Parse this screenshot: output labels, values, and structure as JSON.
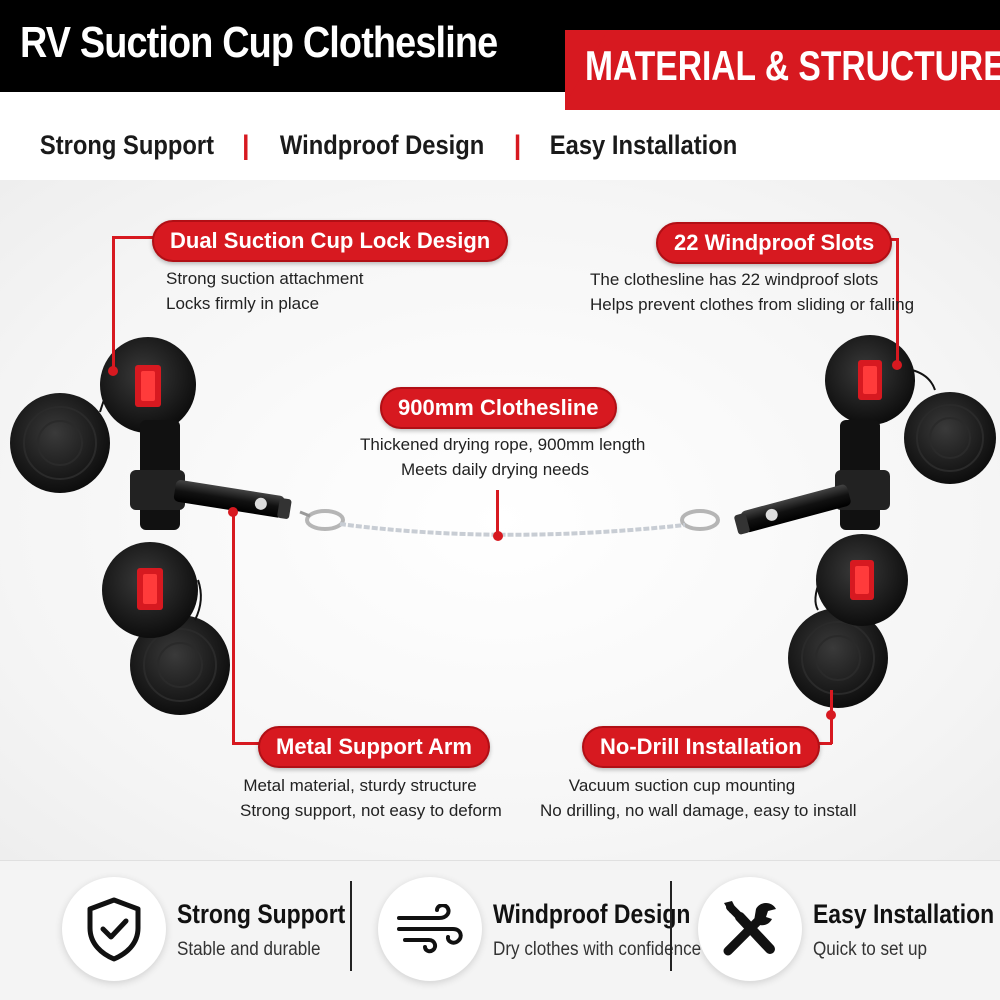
{
  "header": {
    "title": "RV Suction Cup Clothesline",
    "subtitle": "MATERIAL & STRUCTURE"
  },
  "taglines": [
    "Strong Support",
    "Windproof Design",
    "Easy Installation"
  ],
  "callouts": {
    "dual_lock": {
      "label": "Dual Suction Cup Lock Design",
      "lines": [
        "Strong suction attachment",
        "Locks firmly in place"
      ]
    },
    "windproof_slots": {
      "label": "22 Windproof Slots",
      "lines": [
        "The clothesline has 22 windproof slots",
        "Helps prevent clothes from sliding or falling"
      ]
    },
    "clothesline": {
      "label": "900mm Clothesline",
      "lines": [
        "Thickened drying rope, 900mm length",
        "Meets daily drying needs"
      ]
    },
    "support_arm": {
      "label": "Metal Support Arm",
      "lines": [
        "Metal material, sturdy structure",
        "Strong support, not easy to deform"
      ]
    },
    "no_drill": {
      "label": "No-Drill Installation",
      "lines": [
        "Vacuum suction cup mounting",
        "No drilling, no wall damage, easy to install"
      ]
    }
  },
  "features": [
    {
      "title": "Strong Support",
      "subtitle": "Stable and durable",
      "icon": "shield-check-icon"
    },
    {
      "title": "Windproof Design",
      "subtitle": "Dry clothes with confidence",
      "icon": "wind-icon"
    },
    {
      "title": "Easy Installation",
      "subtitle": "Quick to set up",
      "icon": "tools-icon"
    }
  ],
  "colors": {
    "accent": "#d71920",
    "dark": "#000000",
    "background": "#ffffff"
  }
}
